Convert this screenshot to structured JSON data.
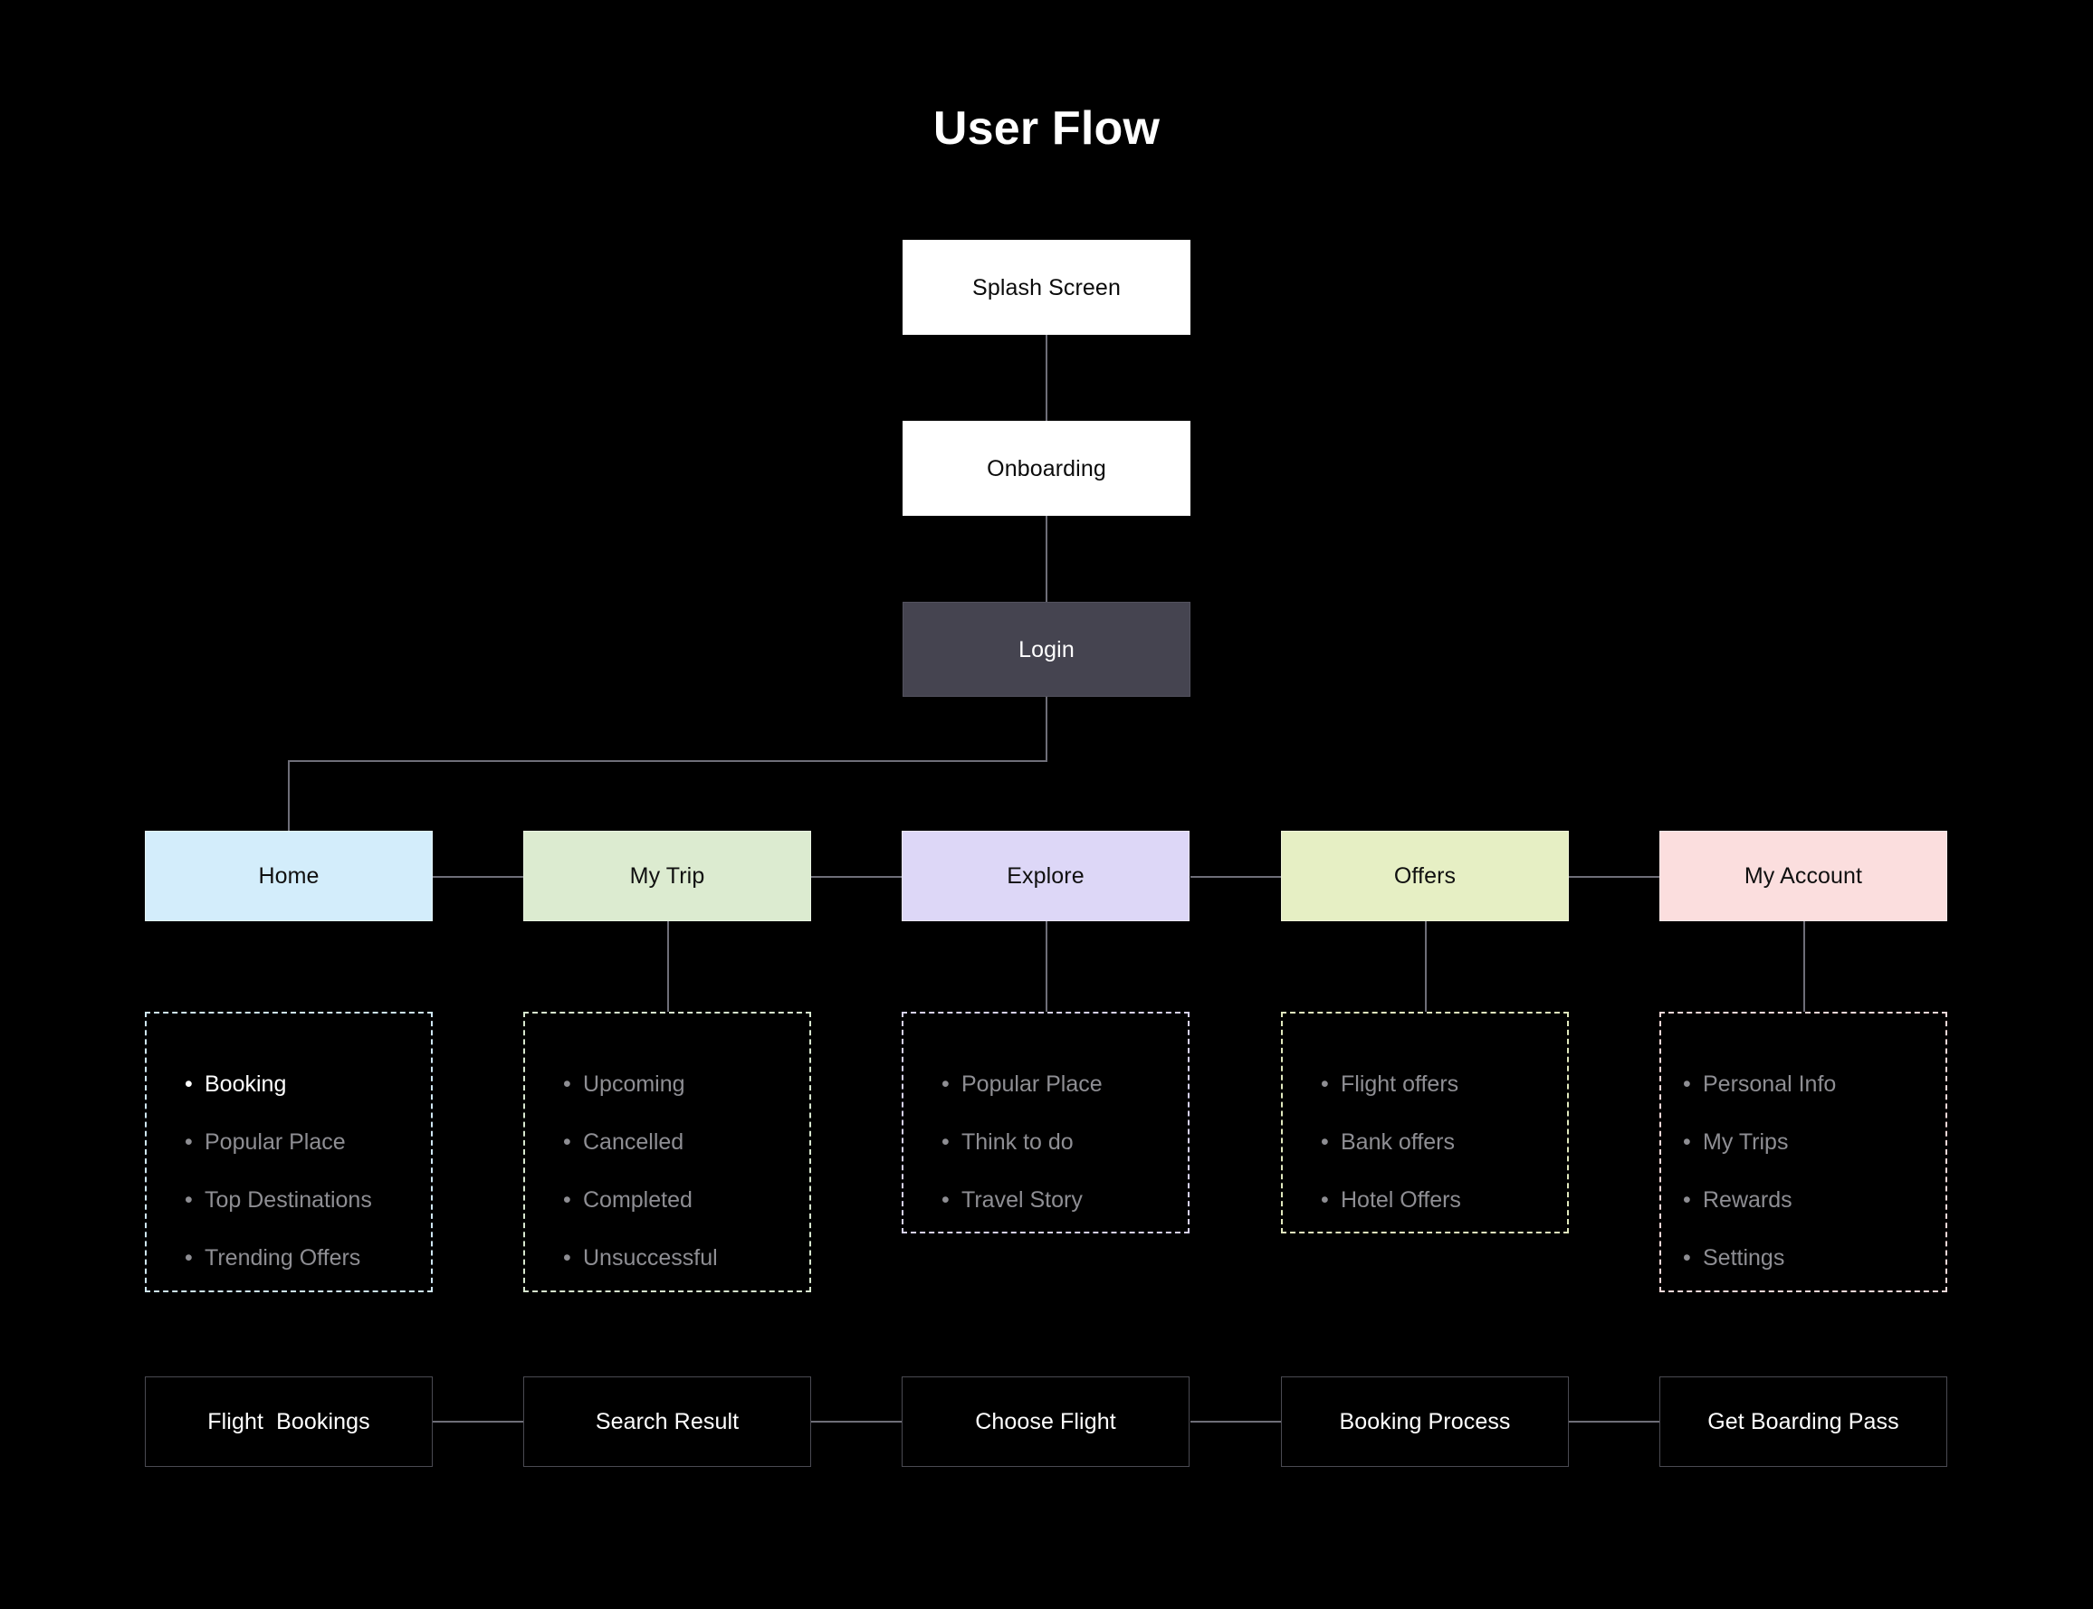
{
  "page": {
    "title": "User Flow",
    "background": "#000000"
  },
  "flow": {
    "top_nodes": [
      {
        "id": "splash",
        "label": "Splash Screen",
        "style": "plain"
      },
      {
        "id": "onboarding",
        "label": "Onboarding",
        "style": "plain"
      },
      {
        "id": "login",
        "label": "Login",
        "style": "login",
        "color": "#454450"
      }
    ],
    "categories": [
      {
        "id": "home",
        "label": "Home",
        "color": "#d3edfb"
      },
      {
        "id": "my-trip",
        "label": "My Trip",
        "color": "#dcebd0"
      },
      {
        "id": "explore",
        "label": "Explore",
        "color": "#ddd7f7"
      },
      {
        "id": "offers",
        "label": "Offers",
        "color": "#e6efc4"
      },
      {
        "id": "my-account",
        "label": "My Account",
        "color": "#fbdede"
      }
    ],
    "sublists": [
      {
        "parent": "home",
        "border_color": "#cfe7f6",
        "items": [
          {
            "label": "Booking",
            "highlighted": true
          },
          {
            "label": "Popular Place",
            "highlighted": false
          },
          {
            "label": "Top Destinations",
            "highlighted": false
          },
          {
            "label": "Trending Offers",
            "highlighted": false
          }
        ]
      },
      {
        "parent": "my-trip",
        "border_color": "#d8e8cf",
        "items": [
          {
            "label": "Upcoming",
            "highlighted": false
          },
          {
            "label": "Cancelled",
            "highlighted": false
          },
          {
            "label": "Completed",
            "highlighted": false
          },
          {
            "label": "Unsuccessful",
            "highlighted": false
          }
        ]
      },
      {
        "parent": "explore",
        "border_color": "#d7d2f0",
        "items": [
          {
            "label": "Popular Place",
            "highlighted": false
          },
          {
            "label": "Think to do",
            "highlighted": false
          },
          {
            "label": "Travel Story",
            "highlighted": false
          }
        ]
      },
      {
        "parent": "offers",
        "border_color": "#e0e8be",
        "items": [
          {
            "label": "Flight offers",
            "highlighted": false
          },
          {
            "label": "Bank offers",
            "highlighted": false
          },
          {
            "label": "Hotel Offers",
            "highlighted": false
          }
        ]
      },
      {
        "parent": "my-account",
        "border_color": "#f5d9d9",
        "items": [
          {
            "label": "Personal Info",
            "highlighted": false
          },
          {
            "label": "My Trips",
            "highlighted": false
          },
          {
            "label": "Rewards",
            "highlighted": false
          },
          {
            "label": "Settings",
            "highlighted": false
          }
        ]
      }
    ],
    "booking_steps": [
      {
        "id": "flight-bookings",
        "label": "Flight  Bookings"
      },
      {
        "id": "search-result",
        "label": "Search Result"
      },
      {
        "id": "choose-flight",
        "label": "Choose Flight"
      },
      {
        "id": "booking-process",
        "label": "Booking Process"
      },
      {
        "id": "get-boarding-pass",
        "label": "Get Boarding Pass"
      }
    ],
    "connector_color": "#6e6e78"
  }
}
